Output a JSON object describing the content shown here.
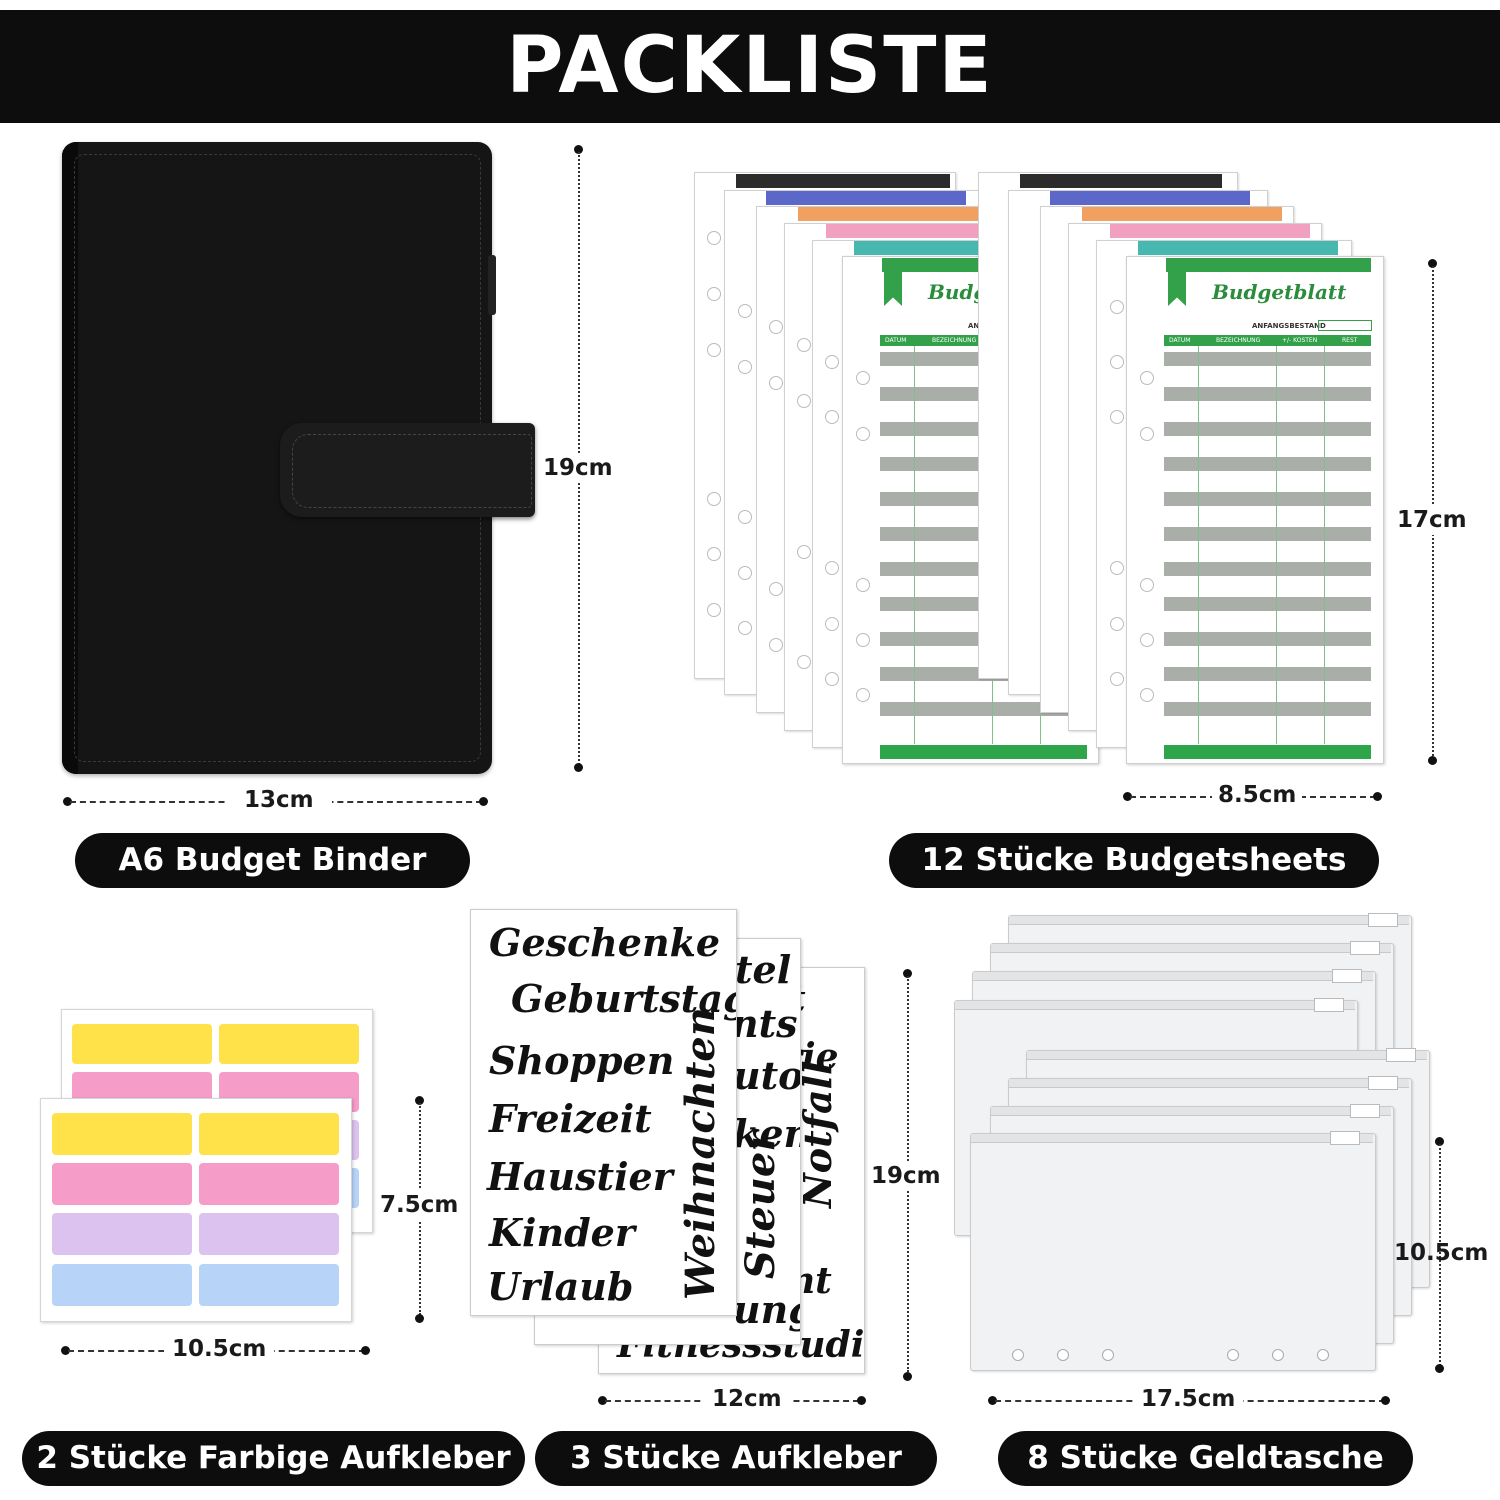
{
  "header": {
    "title": "PACKLISTE"
  },
  "items": [
    {
      "label": "A6 Budget Binder",
      "width": "13cm",
      "height": "19cm"
    },
    {
      "label": "12 Stücke Budgetsheets",
      "width": "8.5cm",
      "height": "17cm"
    },
    {
      "label": "2 Stücke Farbige Aufkleber",
      "width": "10.5cm",
      "height": "7.5cm"
    },
    {
      "label": "3 Stücke Aufkleber",
      "width": "12cm",
      "height": "19cm"
    },
    {
      "label": "8 Stücke Geldtasche",
      "width": "17.5cm",
      "height": "10.5cm"
    }
  ],
  "budget_sheet": {
    "title": "Budgetblatt",
    "start_label": "ANFANGSBESTAND",
    "columns": [
      "DATUM",
      "BEZEICHNUNG",
      "+/- KOSTEN",
      "REST"
    ]
  },
  "stickers": {
    "words_front": [
      "Geschenke",
      "Geburtstag",
      "Shoppen",
      "Freizeit",
      "Haustier",
      "Kinder",
      "Urlaub"
    ],
    "vertical_front": "Weihnachten",
    "words_middle": [
      "tel",
      "nts",
      "uto",
      "ken"
    ],
    "vertical_middle": "Steuer",
    "words_back": [
      "t",
      "rie",
      "nt"
    ],
    "vertical_back": "Notfall",
    "bottom_middle": "ung",
    "bottom_back": "Fitnessstudio"
  },
  "colors": {
    "banner": "#0d0d0d",
    "sheet_green": "#32a14a",
    "tabs": [
      "#2b2b2b",
      "#5b68c9",
      "#f0a060",
      "#f2a0c0",
      "#46b8b0",
      "#32a14a"
    ],
    "labels": [
      "#ffe14a",
      "#f59cc8",
      "#dcc2ee",
      "#b7d3f8"
    ]
  }
}
